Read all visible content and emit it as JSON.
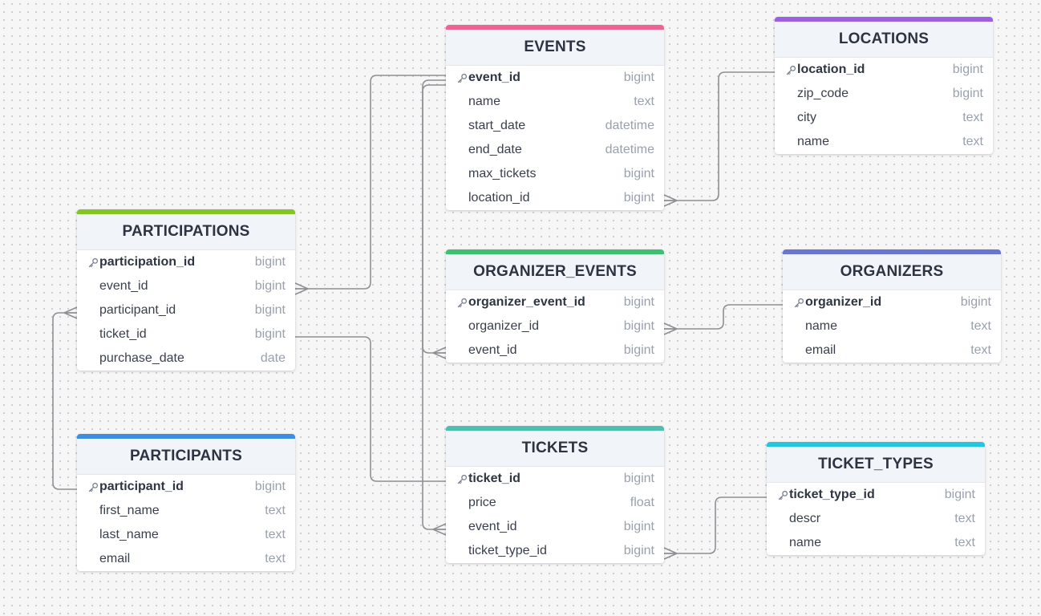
{
  "tables": [
    {
      "id": "events",
      "name": "EVENTS",
      "accent": "#f06292",
      "columns": [
        {
          "name": "event_id",
          "type": "bigint",
          "pk": true
        },
        {
          "name": "name",
          "type": "text",
          "pk": false
        },
        {
          "name": "start_date",
          "type": "datetime",
          "pk": false
        },
        {
          "name": "end_date",
          "type": "datetime",
          "pk": false
        },
        {
          "name": "max_tickets",
          "type": "bigint",
          "pk": false
        },
        {
          "name": "location_id",
          "type": "bigint",
          "pk": false
        }
      ]
    },
    {
      "id": "locations",
      "name": "LOCATIONS",
      "accent": "#9c5fe0",
      "columns": [
        {
          "name": "location_id",
          "type": "bigint",
          "pk": true
        },
        {
          "name": "zip_code",
          "type": "bigint",
          "pk": false
        },
        {
          "name": "city",
          "type": "text",
          "pk": false
        },
        {
          "name": "name",
          "type": "text",
          "pk": false
        }
      ]
    },
    {
      "id": "participations",
      "name": "PARTICIPATIONS",
      "accent": "#84c424",
      "columns": [
        {
          "name": "participation_id",
          "type": "bigint",
          "pk": true
        },
        {
          "name": "event_id",
          "type": "bigint",
          "pk": false
        },
        {
          "name": "participant_id",
          "type": "bigint",
          "pk": false
        },
        {
          "name": "ticket_id",
          "type": "bigint",
          "pk": false
        },
        {
          "name": "purchase_date",
          "type": "date",
          "pk": false
        }
      ]
    },
    {
      "id": "organizer_events",
      "name": "ORGANIZER_EVENTS",
      "accent": "#3fbf72",
      "columns": [
        {
          "name": "organizer_event_id",
          "type": "bigint",
          "pk": true
        },
        {
          "name": "organizer_id",
          "type": "bigint",
          "pk": false
        },
        {
          "name": "event_id",
          "type": "bigint",
          "pk": false
        }
      ]
    },
    {
      "id": "organizers",
      "name": "ORGANIZERS",
      "accent": "#6a74d1",
      "columns": [
        {
          "name": "organizer_id",
          "type": "bigint",
          "pk": true
        },
        {
          "name": "name",
          "type": "text",
          "pk": false
        },
        {
          "name": "email",
          "type": "text",
          "pk": false
        }
      ]
    },
    {
      "id": "participants",
      "name": "PARTICIPANTS",
      "accent": "#3b8ee0",
      "columns": [
        {
          "name": "participant_id",
          "type": "bigint",
          "pk": true
        },
        {
          "name": "first_name",
          "type": "text",
          "pk": false
        },
        {
          "name": "last_name",
          "type": "text",
          "pk": false
        },
        {
          "name": "email",
          "type": "text",
          "pk": false
        }
      ]
    },
    {
      "id": "tickets",
      "name": "TICKETS",
      "accent": "#4cbfae",
      "columns": [
        {
          "name": "ticket_id",
          "type": "bigint",
          "pk": true
        },
        {
          "name": "price",
          "type": "float",
          "pk": false
        },
        {
          "name": "event_id",
          "type": "bigint",
          "pk": false
        },
        {
          "name": "ticket_type_id",
          "type": "bigint",
          "pk": false
        }
      ]
    },
    {
      "id": "ticket_types",
      "name": "TICKET_TYPES",
      "accent": "#22c6e0",
      "columns": [
        {
          "name": "ticket_type_id",
          "type": "bigint",
          "pk": true
        },
        {
          "name": "descr",
          "type": "text",
          "pk": false
        },
        {
          "name": "name",
          "type": "text",
          "pk": false
        }
      ]
    }
  ],
  "relations": [
    {
      "from_table": "events",
      "from_column": "location_id",
      "to_table": "locations",
      "to_column": "location_id"
    },
    {
      "from_table": "participations",
      "from_column": "event_id",
      "to_table": "events",
      "to_column": "event_id"
    },
    {
      "from_table": "participations",
      "from_column": "participant_id",
      "to_table": "participants",
      "to_column": "participant_id"
    },
    {
      "from_table": "participations",
      "from_column": "ticket_id",
      "to_table": "tickets",
      "to_column": "ticket_id"
    },
    {
      "from_table": "organizer_events",
      "from_column": "organizer_id",
      "to_table": "organizers",
      "to_column": "organizer_id"
    },
    {
      "from_table": "organizer_events",
      "from_column": "event_id",
      "to_table": "events",
      "to_column": "event_id"
    },
    {
      "from_table": "tickets",
      "from_column": "event_id",
      "to_table": "events",
      "to_column": "event_id"
    },
    {
      "from_table": "tickets",
      "from_column": "ticket_type_id",
      "to_table": "ticket_types",
      "to_column": "ticket_type_id"
    }
  ],
  "icons": {
    "primary_key": "key-icon"
  }
}
